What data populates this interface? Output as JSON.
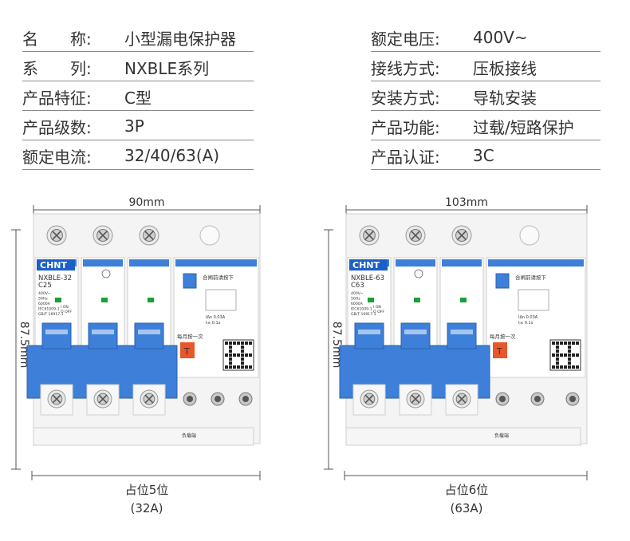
{
  "specs_left": [
    {
      "key": "名　　称:",
      "value": "小型漏电保护器"
    },
    {
      "key": "系　　列:",
      "value": "NXBLE系列"
    },
    {
      "key": "产品特征:",
      "value": "C型"
    },
    {
      "key": "产品级数:",
      "value": "3P"
    },
    {
      "key": "额定电流:",
      "value": "32/40/63(A)"
    }
  ],
  "specs_right": [
    {
      "key": "额定电压:",
      "value": "400V~"
    },
    {
      "key": "接线方式:",
      "value": "压板接线"
    },
    {
      "key": "安装方式:",
      "value": "导轨安装"
    },
    {
      "key": "产品功能:",
      "value": "过载/短路保护"
    },
    {
      "key": "产品认证:",
      "value": "3C"
    }
  ],
  "breakers": [
    {
      "width_label": "90mm",
      "height_label": "87.5mm",
      "brand": "CHNT",
      "model": "NXBLE-32",
      "rating": "C25",
      "label_lines": [
        "400V~",
        "50Hz",
        "6000A",
        "IEC61009-1",
        "GB/T 16917.1"
      ],
      "on_off": "I ON\nO OFF",
      "test_prompt": "合闸前请按下",
      "monthly": "每月按一次",
      "leak_lines": [
        "IΔn 0.03A",
        "t≤ 0.1s"
      ],
      "load_label": "负载端",
      "caption": "占位5位",
      "caption_sub": "(32A)"
    },
    {
      "width_label": "103mm",
      "height_label": "87.5mm",
      "brand": "CHNT",
      "model": "NXBLE-63",
      "rating": "C63",
      "label_lines": [
        "400V~",
        "50Hz",
        "6000A",
        "IEC61009-1",
        "GB/T 16917.1"
      ],
      "on_off": "I ON\nO OFF",
      "test_prompt": "合闸前请按下",
      "monthly": "每月按一次",
      "leak_lines": [
        "IΔn 0.03A",
        "t≤ 0.1s"
      ],
      "load_label": "负载端",
      "caption": "占位6位",
      "caption_sub": "(63A)"
    }
  ],
  "colors": {
    "blue": "#3d7fd9",
    "blue_dark": "#2d62b0",
    "brand_blue": "#1b5fc7",
    "orange": "#e8562a",
    "body": "#f4f4f4",
    "line": "#8a8a8a"
  }
}
